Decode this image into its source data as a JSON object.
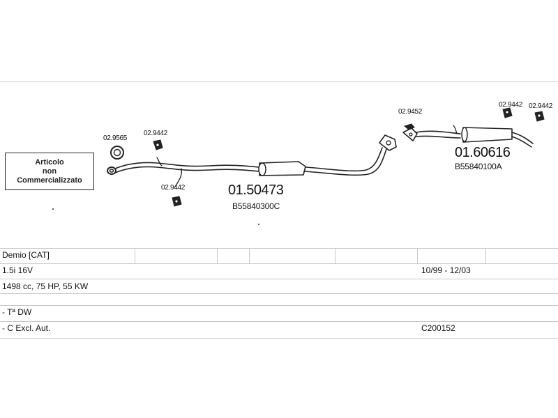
{
  "diagram": {
    "not_sold_note": [
      "Articolo",
      "non",
      "Commercializzato"
    ],
    "parts": {
      "gasket_front": "02.9565",
      "hanger_top_left": "02.9442",
      "hanger_bottom_left": "02.9442",
      "gasket_rear": "02.9452",
      "hanger_top_right_1": "02.9442",
      "hanger_top_right_2": "02.9442"
    },
    "main_parts": [
      {
        "number": "01.50473",
        "oem": "B55840300C"
      },
      {
        "number": "01.60616",
        "oem": "B55840100A"
      }
    ]
  },
  "table": {
    "rows": [
      {
        "left": "Demio  [CAT]",
        "right": ""
      },
      {
        "left": "1.5i 16V",
        "right": "10/99 - 12/03"
      },
      {
        "left": "1498 cc, 75 HP, 55 KW",
        "right": ""
      },
      {
        "left": "- Tª DW",
        "right": ""
      },
      {
        "left": "- C Excl. Aut.",
        "right": "C200152"
      }
    ]
  }
}
